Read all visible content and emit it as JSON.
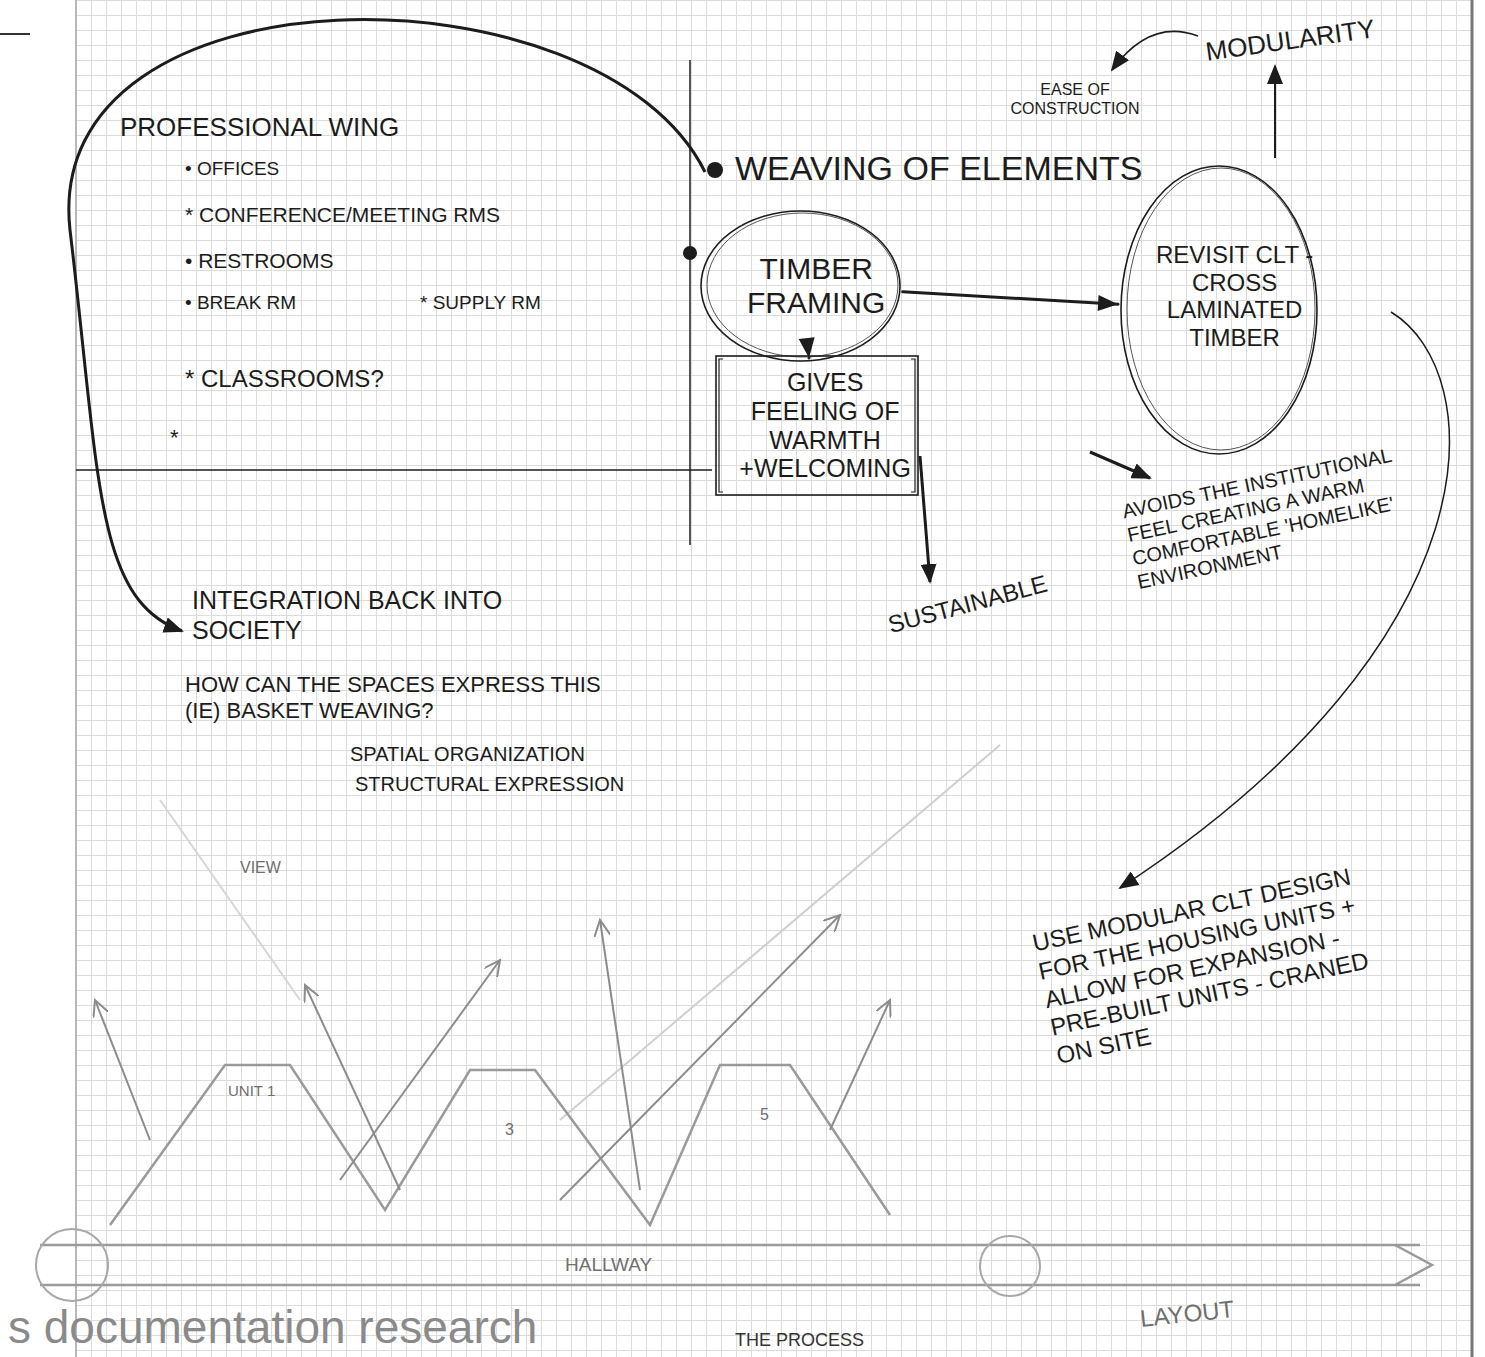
{
  "diagram": {
    "nodes": [
      {
        "text": [
          "TIMBER FRAMING"
        ]
      },
      {
        "text": [
          "REVISIT CLT - CROSS LAMINATED TIMBER"
        ]
      },
      {
        "text": [
          "GIVES FEELING OF WARMTH +WELCOMING"
        ]
      }
    ],
    "edges": [
      {
        "from": 0,
        "to": 1,
        "arrow": "to"
      },
      {
        "from": 0,
        "to": 2,
        "arrow": "to"
      }
    ],
    "labels": [
      "MODULARITY",
      "EASE OF CONSTRUCTION",
      "PROFESSIONAL WING",
      "• OFFICES",
      "* CONFERENCE/MEETING RMS",
      "• RESTROOMS",
      "• BREAK RM",
      "* SUPPLY RM",
      "WEAVING OF ELEMENTS",
      "* CLASSROOMS?",
      "*",
      "SUSTAINABLE",
      "AVOIDS THE INSTITUTIONAL FEEL CREATING A WARM COMFORTABLE 'HOMELIKE' ENVIRONMENT",
      "INTEGRATION BACK INTO SOCIETY",
      "HOW CAN THE SPACES EXPRESS THIS (IE) BASKET WEAVING?",
      "SPATIAL ORGANIZATION",
      "STRUCTURAL EXPRESSION",
      "VIEW",
      "USE MODULAR CLT DESIGN FOR THE HOUSING UNITS + ALLOW FOR EXPANSION - PRE-BUILT UNITS - CRANED ON SITE",
      "UNIT 1",
      "3",
      "5",
      "HALLWAY",
      "s documentation research",
      "THE PROCESS",
      "LAYOUT"
    ]
  }
}
